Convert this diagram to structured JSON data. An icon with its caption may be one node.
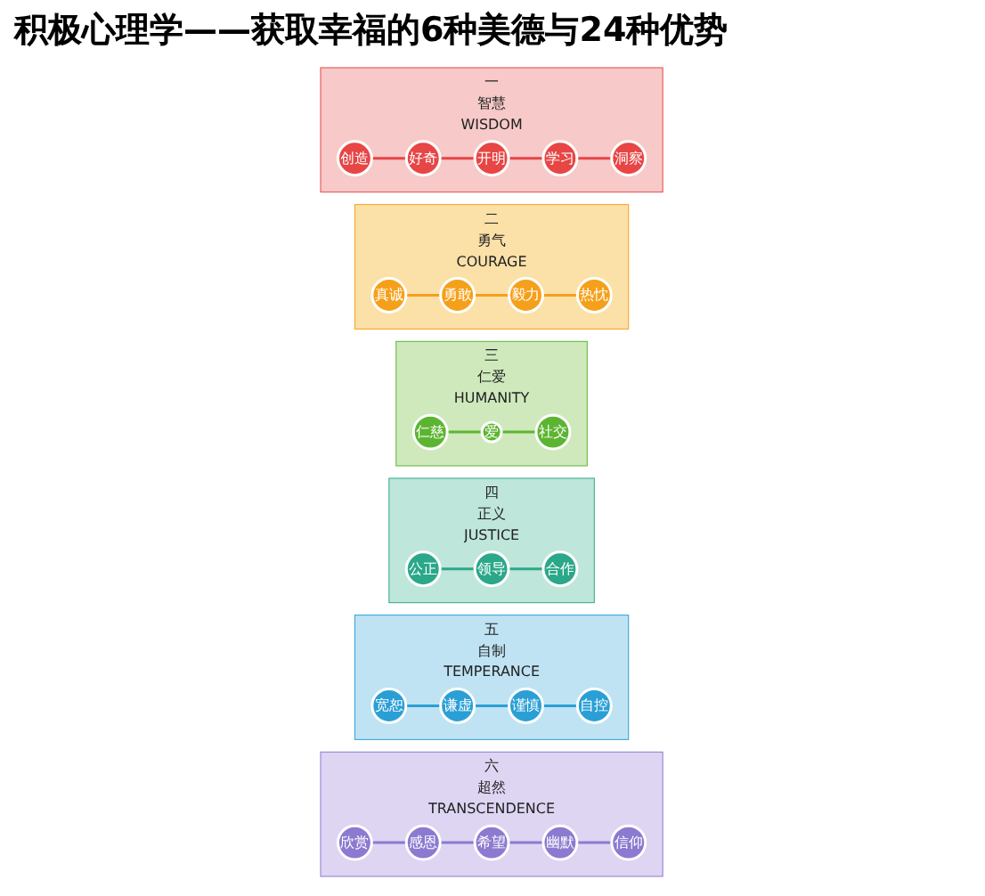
{
  "diagram": {
    "title": "积极心理学——获取幸福的6种美德与24种优势",
    "nodes": [
      {
        "text": [
          "一",
          "智慧",
          "WISDOM"
        ]
      },
      {
        "text": [
          "创造"
        ],
        "in": 0
      },
      {
        "text": [
          "好奇"
        ],
        "in": 0
      },
      {
        "text": [
          "开明"
        ],
        "in": 0
      },
      {
        "text": [
          "学习"
        ],
        "in": 0
      },
      {
        "text": [
          "洞察"
        ],
        "in": 0
      },
      {
        "text": [
          "二",
          "勇气",
          "COURAGE"
        ]
      },
      {
        "text": [
          "真诚"
        ],
        "in": 6
      },
      {
        "text": [
          "勇敢"
        ],
        "in": 6
      },
      {
        "text": [
          "毅力"
        ],
        "in": 6
      },
      {
        "text": [
          "热忱"
        ],
        "in": 6
      },
      {
        "text": [
          "三",
          "仁爱",
          "HUMANITY"
        ]
      },
      {
        "text": [
          "仁慈"
        ],
        "in": 11
      },
      {
        "text": [
          "爱"
        ],
        "in": 11
      },
      {
        "text": [
          "社交"
        ],
        "in": 11
      },
      {
        "text": [
          "四",
          "正义",
          "JUSTICE"
        ]
      },
      {
        "text": [
          "公正"
        ],
        "in": 15
      },
      {
        "text": [
          "领导"
        ],
        "in": 15
      },
      {
        "text": [
          "合作"
        ],
        "in": 15
      },
      {
        "text": [
          "五",
          "自制",
          "TEMPERANCE"
        ]
      },
      {
        "text": [
          "宽恕"
        ],
        "in": 19
      },
      {
        "text": [
          "谦虚"
        ],
        "in": 19
      },
      {
        "text": [
          "谨慎"
        ],
        "in": 19
      },
      {
        "text": [
          "自控"
        ],
        "in": 19
      },
      {
        "text": [
          "六",
          "超然",
          "TRANSCENDENCE"
        ]
      },
      {
        "text": [
          "欣赏"
        ],
        "in": 24
      },
      {
        "text": [
          "感恩"
        ],
        "in": 24
      },
      {
        "text": [
          "希望"
        ],
        "in": 24
      },
      {
        "text": [
          "幽默"
        ],
        "in": 24
      },
      {
        "text": [
          "信仰"
        ],
        "in": 24
      }
    ],
    "edges": [
      {
        "from": 1,
        "to": 2,
        "arrow": "none",
        "color": "#e84545"
      },
      {
        "from": 2,
        "to": 3,
        "arrow": "none",
        "color": "#e84545"
      },
      {
        "from": 3,
        "to": 4,
        "arrow": "none",
        "color": "#e84545"
      },
      {
        "from": 4,
        "to": 5,
        "arrow": "none",
        "color": "#e84545"
      },
      {
        "from": 7,
        "to": 8,
        "arrow": "none",
        "color": "#f5a01a"
      },
      {
        "from": 8,
        "to": 9,
        "arrow": "none",
        "color": "#f5a01a"
      },
      {
        "from": 9,
        "to": 10,
        "arrow": "none",
        "color": "#f5a01a"
      },
      {
        "from": 12,
        "to": 13,
        "arrow": "none",
        "color": "#5cb531"
      },
      {
        "from": 13,
        "to": 14,
        "arrow": "none",
        "color": "#5cb531"
      },
      {
        "from": 16,
        "to": 17,
        "arrow": "none",
        "color": "#2aa889"
      },
      {
        "from": 17,
        "to": 18,
        "arrow": "none",
        "color": "#2aa889"
      },
      {
        "from": 20,
        "to": 21,
        "arrow": "none",
        "color": "#2a9fd6"
      },
      {
        "from": 21,
        "to": 22,
        "arrow": "none",
        "color": "#2a9fd6"
      },
      {
        "from": 22,
        "to": 23,
        "arrow": "none",
        "color": "#2a9fd6"
      },
      {
        "from": 25,
        "to": 26,
        "arrow": "none",
        "color": "#8c7ad0"
      },
      {
        "from": 26,
        "to": 27,
        "arrow": "none",
        "color": "#8c7ad0"
      },
      {
        "from": 27,
        "to": 28,
        "arrow": "none",
        "color": "#8c7ad0"
      },
      {
        "from": 28,
        "to": 29,
        "arrow": "none",
        "color": "#8c7ad0"
      }
    ]
  }
}
